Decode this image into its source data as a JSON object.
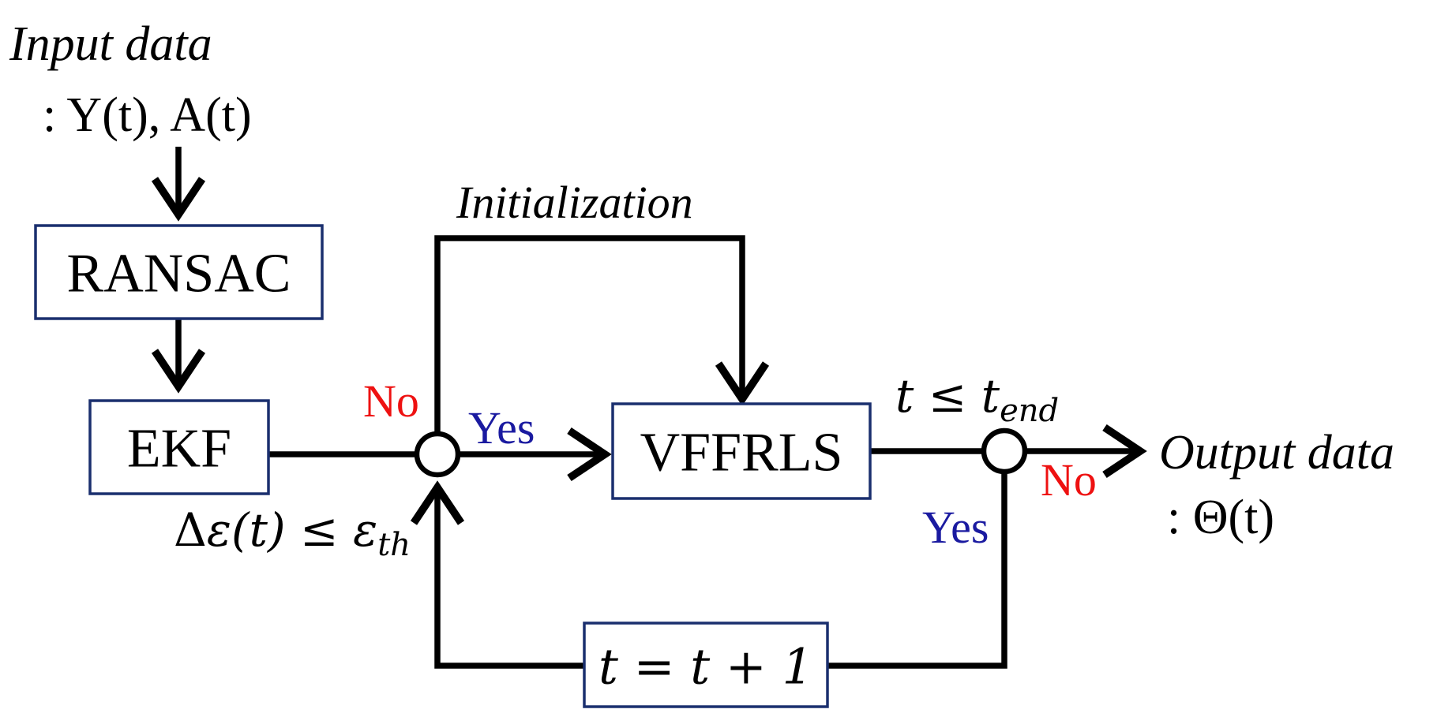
{
  "input": {
    "title": "Input data",
    "signals": ": Y(t),  A(t)"
  },
  "nodes": {
    "ransac": "RANSAC",
    "ekf": "EKF",
    "vffrls": "VFFRLS",
    "increment": "t = t + 1"
  },
  "edge_labels": {
    "initialization": "Initialization",
    "check1_no": "No",
    "check1_yes": "Yes",
    "check2_no": "No",
    "check2_yes": "Yes"
  },
  "conditions": {
    "error_threshold": {
      "delta": "Δ",
      "lhs": "ε(t)",
      "op": " ≤ ",
      "rhs": "ε",
      "rhs_sub": "th"
    },
    "time_end": {
      "lhs": "t",
      "op": " ≤ ",
      "rhs": "t",
      "rhs_sub": "end"
    }
  },
  "output": {
    "title": "Output data",
    "signals": ": Θ(t)"
  },
  "colors": {
    "box_border": "#1a2f6e",
    "no_label": "#ee1111",
    "yes_label": "#1a1aa0",
    "line": "#000000"
  }
}
